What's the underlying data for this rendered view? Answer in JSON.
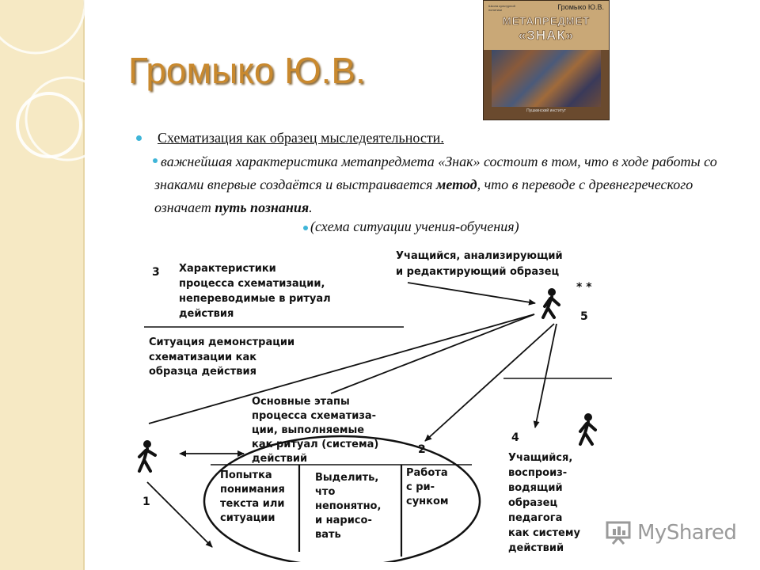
{
  "slide": {
    "title": "Громыко Ю.В."
  },
  "book": {
    "series": "Школа культурной политики",
    "author": "Громыко Ю.В.",
    "title_line1": "МЕТАПРЕДМЕТ",
    "title_line2": "«ЗНАК»",
    "publisher": "Пушкинский институт"
  },
  "bullets": {
    "heading": "Схематизация как образец мыследеятельности.",
    "body_before_bold1": "важнейшая характеристика метапредмета «Знак» состоит в том, что в ходе работы со знаками впервые создаётся и выстраивается ",
    "bold1": "метод",
    "body_middle": ", что в переводе с древнегреческого означает ",
    "bold2": "путь познания",
    "body_end": ".",
    "caption": "(схема ситуации учения-обучения)"
  },
  "diagram": {
    "num3": "3",
    "block3": [
      "Характеристики",
      "процесса схематизации,",
      "непереводимые в ритуал",
      "действия"
    ],
    "block_demo": [
      "Ситуация демонстрации",
      "схематизации как",
      "образца действия"
    ],
    "block5": [
      "Учащийся, анализирующий",
      "и редактирующий образец"
    ],
    "stars": "* *",
    "num5": "5",
    "block_stages": [
      "Основные этапы",
      "процесса схематиза-",
      "ции, выполняемые",
      "как ритуал (система)",
      "действий"
    ],
    "num2": "2",
    "num1": "1",
    "num4": "4",
    "col1": [
      "Попытка",
      "понимания",
      "текста или",
      "ситуации"
    ],
    "col2": [
      "Выделить,",
      "что",
      "непонятно,",
      "и нарисо-",
      "вать"
    ],
    "col3": [
      "Работа",
      "с ри-",
      "сунком"
    ],
    "block4": [
      "Учащийся,",
      "воспроиз-",
      "водящий",
      "образец",
      "педагога",
      "как систему",
      "действий"
    ]
  },
  "watermark": {
    "text": "MyShared"
  }
}
